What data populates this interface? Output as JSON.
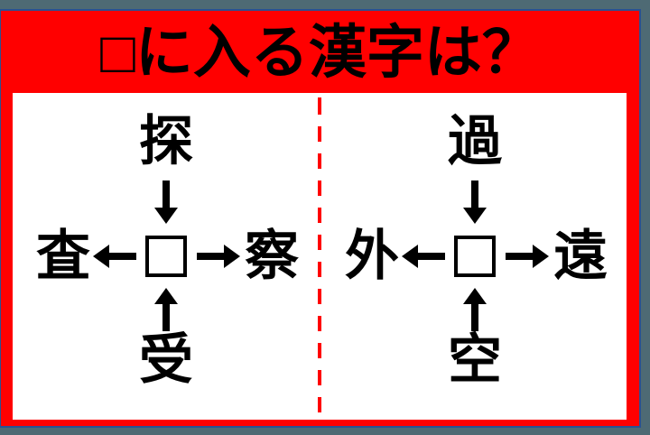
{
  "title": "□に入る漢字は？",
  "colors": {
    "background_slate": "#4e6a74",
    "card_red": "#ff0000",
    "frame_blue": "#2a5191",
    "panel_white": "#ffffff",
    "text_black": "#000000",
    "divider_dashed_red": "#ff0000"
  },
  "puzzles": [
    {
      "id": "left",
      "top": "探",
      "left": "査",
      "right": "察",
      "bottom": "受",
      "center": "□",
      "arrows": [
        {
          "direction": "down",
          "from": "top",
          "to": "center"
        },
        {
          "direction": "left",
          "from": "center",
          "to": "left"
        },
        {
          "direction": "right",
          "from": "center",
          "to": "right"
        },
        {
          "direction": "up",
          "from": "bottom",
          "to": "center"
        }
      ]
    },
    {
      "id": "right",
      "top": "過",
      "left": "外",
      "right": "遠",
      "bottom": "空",
      "center": "□",
      "arrows": [
        {
          "direction": "down",
          "from": "top",
          "to": "center"
        },
        {
          "direction": "left",
          "from": "center",
          "to": "left"
        },
        {
          "direction": "right",
          "from": "center",
          "to": "right"
        },
        {
          "direction": "up",
          "from": "bottom",
          "to": "center"
        }
      ]
    }
  ]
}
